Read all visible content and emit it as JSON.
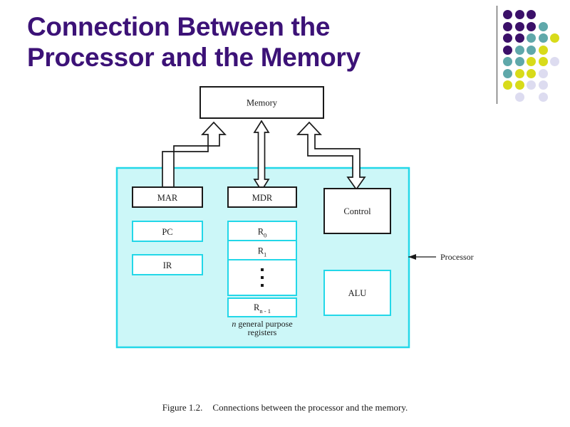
{
  "slide": {
    "title_lines": [
      "Connection Between the",
      "Processor and the Memory"
    ],
    "title_color": "#3C1277",
    "background": "#FFFFFF"
  },
  "decoration": {
    "name": "dot-grid-motif",
    "divider_color": "#444444",
    "colors": {
      "purple": "#3B1069",
      "teal": "#5FA8AA",
      "yellow": "#D8DB1A",
      "lavender": "#DDDCF0"
    },
    "grid": [
      [
        "purple",
        "purple",
        "purple",
        null,
        null
      ],
      [
        "purple",
        "purple",
        "purple",
        "teal",
        null
      ],
      [
        "purple",
        "purple",
        "teal",
        "teal",
        "yellow"
      ],
      [
        "purple",
        "teal",
        "teal",
        "yellow",
        null
      ],
      [
        "teal",
        "teal",
        "yellow",
        "yellow",
        "lavender"
      ],
      [
        "teal",
        "yellow",
        "yellow",
        "lavender",
        null
      ],
      [
        "yellow",
        "yellow",
        "lavender",
        "lavender",
        null
      ],
      [
        null,
        "lavender",
        null,
        "lavender",
        null
      ]
    ]
  },
  "diagram": {
    "processor_fill": "#CCF7F8",
    "processor_border": "#23D7E8",
    "box_border_black": "#1A1A1A",
    "box_border_cyan": "#23D7E8",
    "box_fill": "#FFFFFF",
    "memory": {
      "label": "Memory"
    },
    "mar": {
      "label": "MAR"
    },
    "mdr": {
      "label": "MDR"
    },
    "control": {
      "label": "Control"
    },
    "pc": {
      "label": "PC"
    },
    "ir": {
      "label": "IR"
    },
    "alu": {
      "label": "ALU"
    },
    "registers": [
      {
        "base": "R",
        "sub": "0"
      },
      {
        "base": "R",
        "sub": "1"
      },
      {
        "base": "",
        "sub": ""
      },
      {
        "base": "R",
        "sub": "n - 1"
      }
    ],
    "registers_caption": {
      "italic": "n",
      "rest": " general purpose",
      "line2": "registers"
    },
    "processor_callout": {
      "label": "Processor"
    }
  },
  "caption": {
    "figure_number": "Figure 1.2.",
    "text": "Connections between the processor and the  memory."
  }
}
